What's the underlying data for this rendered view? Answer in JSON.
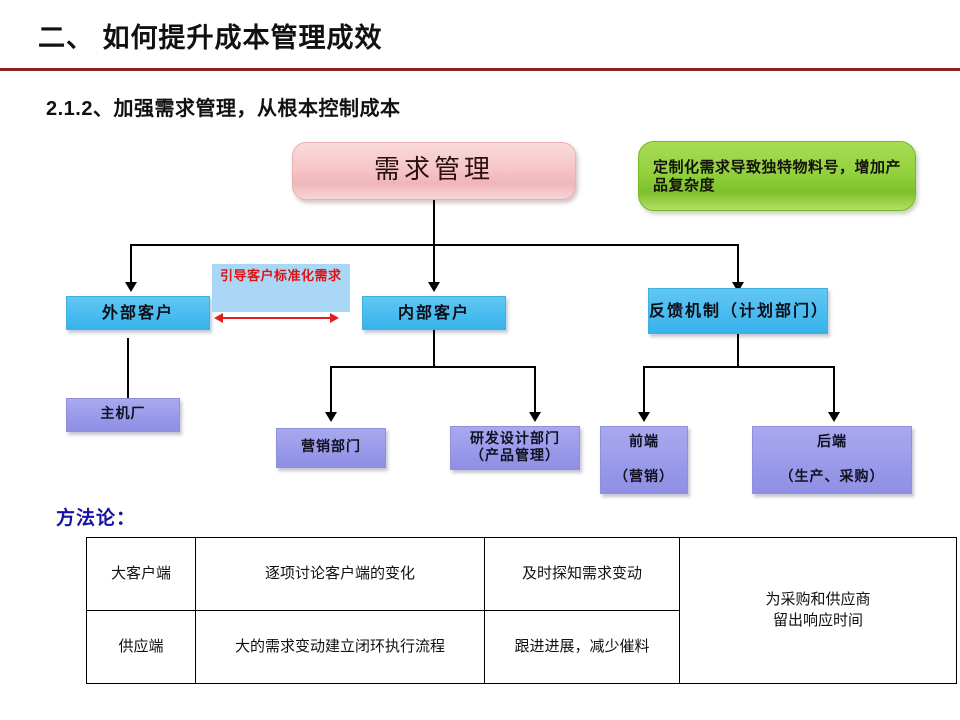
{
  "header": {
    "title": "二、 如何提升成本管理成效",
    "subtitle": "2.1.2、加强需求管理，从根本控制成本",
    "rule_color": "#8c2222"
  },
  "diagram": {
    "root": {
      "label": "需求管理",
      "color": "#f2c6c8"
    },
    "note_green": {
      "label": "定制化需求导致独特物料号，增加产品复杂度",
      "color": "#94d13e"
    },
    "level1": [
      {
        "label": "外部客户",
        "color": "#4bbdf0"
      },
      {
        "label": "内部客户",
        "color": "#4bbdf0"
      },
      {
        "label": "反馈机制（计划部门）",
        "color": "#4bbdf0"
      }
    ],
    "callout": {
      "label": "引导客户标准化需求",
      "text_color": "#e11212",
      "box_color": "#a9d7f5"
    },
    "level2": [
      {
        "label": "主机厂",
        "color": "#9a9aea"
      },
      {
        "label": "营销部门",
        "color": "#9a9aea"
      },
      {
        "label": "研发设计部门\n（产品管理）",
        "color": "#9a9aea"
      },
      {
        "label": "前端\n\n（营销）",
        "color": "#9a9aea"
      },
      {
        "label": "后端\n\n（生产、采购）",
        "color": "#9a9aea"
      }
    ]
  },
  "methodology": {
    "label": "方法论：",
    "label_color": "#1414a0",
    "rows": [
      {
        "c0": "大客户端",
        "c1": "逐项讨论客户端的变化",
        "c2": "及时探知需求变动"
      },
      {
        "c0": "供应端",
        "c1": "大的需求变动建立闭环执行流程",
        "c2": "跟进进展，减少催料"
      }
    ],
    "merged_cell": "为采购和供应商\n留出响应时间"
  }
}
